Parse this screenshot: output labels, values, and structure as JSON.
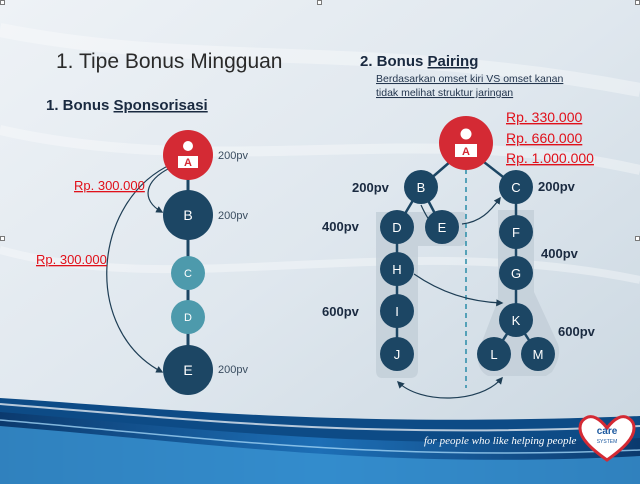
{
  "slide": {
    "title": "1. Tipe Bonus Mingguan",
    "tagline": "for people who like helping people",
    "logo": {
      "text": "care",
      "subtext": "SYSTEM"
    }
  },
  "sponsor": {
    "heading_prefix": "1. Bonus ",
    "heading_word": "Sponsorisasi",
    "pv_labels": [
      "200pv",
      "200pv",
      "200pv"
    ],
    "rewards": [
      "Rp. 300.000",
      "Rp. 300.000"
    ],
    "nodes": [
      "A",
      "B",
      "C",
      "D",
      "E"
    ]
  },
  "pairing": {
    "heading_prefix": "2. Bonus ",
    "heading_word": "Pairing",
    "desc_line1": "Berdasarkan omset kiri VS omset kanan",
    "desc_line2": "tidak melihat struktur jaringan",
    "rewards": [
      "Rp. 330.000",
      "Rp. 660.000",
      "Rp. 1.000.000"
    ],
    "pv_left": [
      "200pv",
      "400pv",
      "600pv"
    ],
    "pv_right": [
      "200pv",
      "400pv",
      "600pv"
    ],
    "nodes": [
      "A",
      "B",
      "C",
      "D",
      "E",
      "F",
      "G",
      "H",
      "I",
      "J",
      "K",
      "L",
      "M"
    ]
  },
  "colors": {
    "node_dark": "#1c4664",
    "node_light": "#4d9aac",
    "node_top": "#d42a34",
    "reward": "#e0101a",
    "group": "#c3cfd8",
    "dash": "#2a8ca8"
  }
}
